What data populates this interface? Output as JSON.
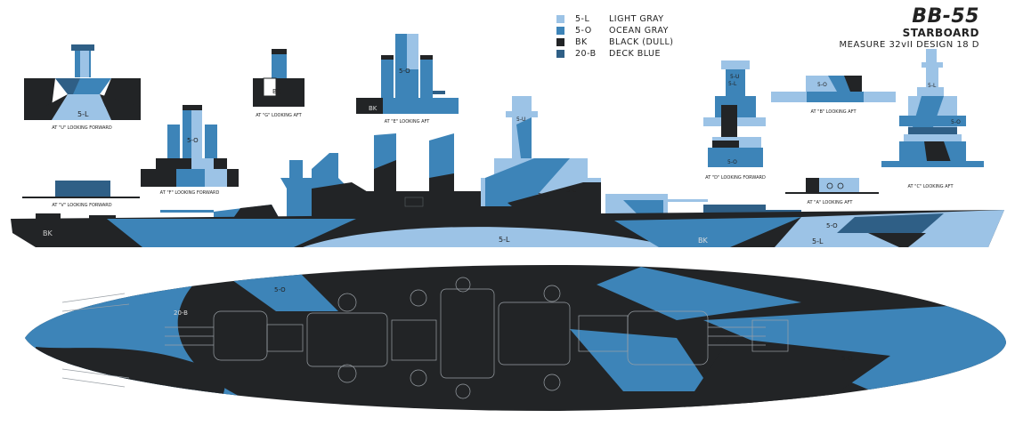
{
  "colors": {
    "light_gray": "#9cc3e6",
    "ocean_gray": "#3d84b8",
    "black": "#222426",
    "deck_blue": "#2f5f86",
    "line": "#9aa0a6"
  },
  "title": {
    "hull": "BB-55",
    "side": "STARBOARD",
    "measure": "MEASURE 32vII DESIGN 18 D"
  },
  "legend": [
    {
      "code": "5-L",
      "name": "LIGHT GRAY",
      "color": "#9cc3e6"
    },
    {
      "code": "5-O",
      "name": "OCEAN GRAY",
      "color": "#3d84b8"
    },
    {
      "code": "BK",
      "name": "BLACK (DULL)",
      "color": "#222426"
    },
    {
      "code": "20-B",
      "name": "DECK BLUE",
      "color": "#2f5f86"
    }
  ],
  "section_views": {
    "u": "AT \"U\" LOOKING FORWARD",
    "f": "AT \"F\" LOOKING FORWARD",
    "g": "AT \"G\" LOOKING AFT",
    "e": "AT \"E\" LOOKING AFT",
    "v": "AT \"V\" LOOKING FORWARD",
    "d": "AT \"D\" LOOKING FORWARD",
    "b": "AT \"B\" LOOKING AFT",
    "a": "AT \"A\" LOOKING AFT",
    "c": "AT \"C\" LOOKING AFT"
  },
  "labels": {
    "l_5l": "5-L",
    "l_5o": "5-O",
    "l_bk": "BK",
    "l_5u": "5-U",
    "l_20b": "20-B"
  }
}
